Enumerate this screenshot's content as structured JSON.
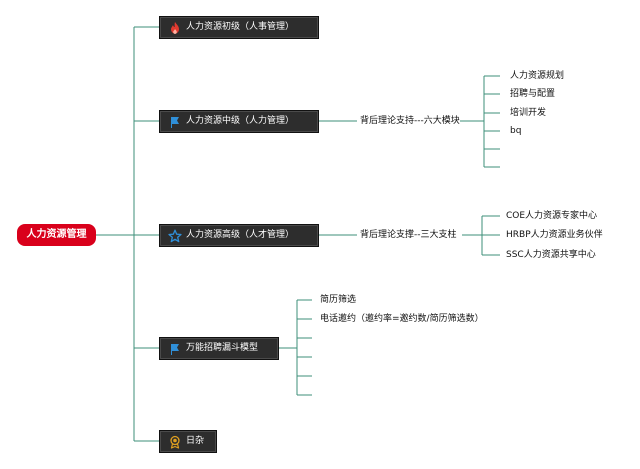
{
  "root": {
    "label": "人力资源管理"
  },
  "branches": [
    {
      "label": "人力资源初级（人事管理）",
      "icon": "fire-icon",
      "icon_color": "#e03a2f"
    },
    {
      "label": "人力资源中级（人力管理）",
      "icon": "flag-icon",
      "icon_color": "#2f8fd8",
      "sub_label": "背后理论支持---六大模块",
      "children": [
        "人力资源规划",
        "招聘与配置",
        "培训开发",
        "bq",
        "",
        ""
      ]
    },
    {
      "label": "人力资源高级（人才管理）",
      "icon": "star-icon",
      "icon_color": "#2f8fd8",
      "sub_label": "背后理论支撑--三大支柱",
      "children": [
        "COE人力资源专家中心",
        "HRBP人力资源业务伙伴",
        "SSC人力资源共享中心"
      ]
    },
    {
      "label": "万能招聘漏斗模型",
      "icon": "flag-icon",
      "icon_color": "#2f8fd8",
      "children": [
        "简历筛选",
        "电话邀约（邀约率=邀约数/简历筛选数）",
        "",
        "",
        "",
        ""
      ]
    },
    {
      "label": "日杂",
      "icon": "badge-icon",
      "icon_color": "#e0a020"
    }
  ],
  "colors": {
    "line": "#3e8f7a",
    "root": "#d9001b",
    "branch_bg": "#2d2d2d"
  }
}
